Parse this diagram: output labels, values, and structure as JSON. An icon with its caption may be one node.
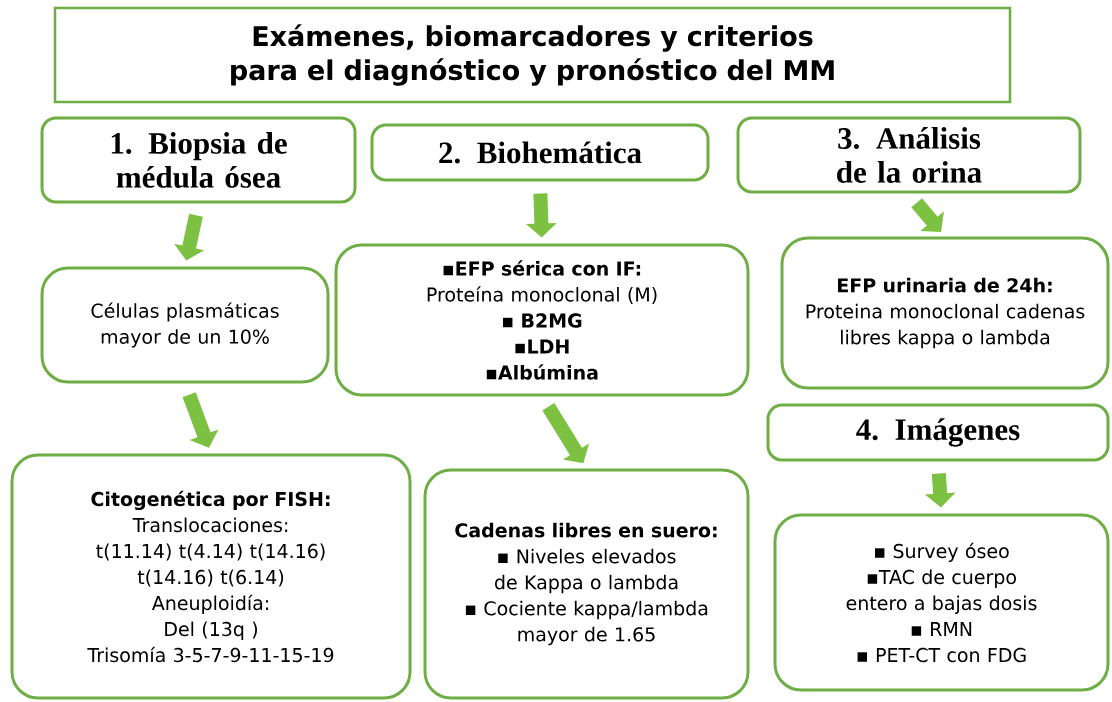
{
  "diagram": {
    "title": "Exámenes, biomarcadores y criterios para el diagnóstico y pronóstico del MM",
    "nodes": [
      {
        "text": [
          "1. Biopsia de médula ósea"
        ]
      },
      {
        "text": [
          "2. Biohemática"
        ]
      },
      {
        "text": [
          "3. Análisis de la orina"
        ]
      },
      {
        "text": [
          "Células plasmáticas mayor de un 10%"
        ]
      },
      {
        "text": [
          "▪EFP sérica con IF:",
          "Proteína monoclonal (M)",
          "▪ B2MG",
          "▪LDH",
          "▪Albúmina"
        ]
      },
      {
        "text": [
          "EFP urinaria de 24h:",
          "Proteina monoclonal cadenas libres kappa o lambda"
        ]
      },
      {
        "text": [
          "4. Imágenes"
        ]
      },
      {
        "text": [
          "Citogenética por FISH:",
          "Translocaciones:",
          "t(11.14) t(4.14) t(14.16) t(14.16) t(6.14)",
          "Aneuploidía:",
          "Del (13q )",
          "Trisomía 3-5-7-9-11-15-19"
        ]
      },
      {
        "text": [
          "Cadenas libres en suero:",
          "▪ Niveles elevados de Kappa o lambda",
          "▪ Cociente kappa/lambda mayor de 1.65"
        ]
      },
      {
        "text": [
          "▪ Survey óseo",
          "▪TAC de cuerpo entero a bajas dosis",
          "▪ RMN",
          "▪ PET-CT con FDG"
        ]
      }
    ],
    "edges": [
      {
        "from": 0,
        "to": 3,
        "arrow": "to"
      },
      {
        "from": 3,
        "to": 7,
        "arrow": "to"
      },
      {
        "from": 1,
        "to": 4,
        "arrow": "to"
      },
      {
        "from": 4,
        "to": 8,
        "arrow": "to"
      },
      {
        "from": 2,
        "to": 5,
        "arrow": "to"
      },
      {
        "from": 6,
        "to": 9,
        "arrow": "to"
      }
    ]
  }
}
